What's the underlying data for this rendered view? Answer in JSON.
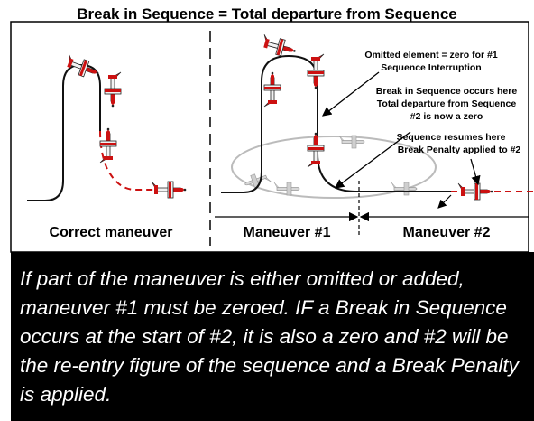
{
  "title": "Break in Sequence = Total departure from Sequence",
  "labels": {
    "correct": "Correct maneuver",
    "m1": "Maneuver #1",
    "m2": "Maneuver #2"
  },
  "annotations": {
    "omitted_1": "Omitted element = zero for #1",
    "omitted_2": "Sequence Interruption",
    "break_1": "Break in Sequence occurs here",
    "break_2": "Total departure from Sequence",
    "break_3": "#2 is now a zero",
    "resume_1": "Sequence resumes here",
    "resume_2": "Break Penalty applied to #2"
  },
  "note": "If part of the maneuver is either omitted or added, maneuver #1 must be zeroed.  IF a Break in Sequence occurs at the start of #2, it is also a zero and #2 will be the re-entry figure of the sequence and a Break Penalty is applied.",
  "colors": {
    "path": "#111111",
    "dashed": "#cc1111",
    "ghost": "#bbbbbb",
    "plane_red": "#cc1111",
    "plane_white": "#f2f2f2"
  },
  "icons": [
    "aerobatic-plane-icon",
    "ghost-plane-icon",
    "arrow-icon"
  ]
}
